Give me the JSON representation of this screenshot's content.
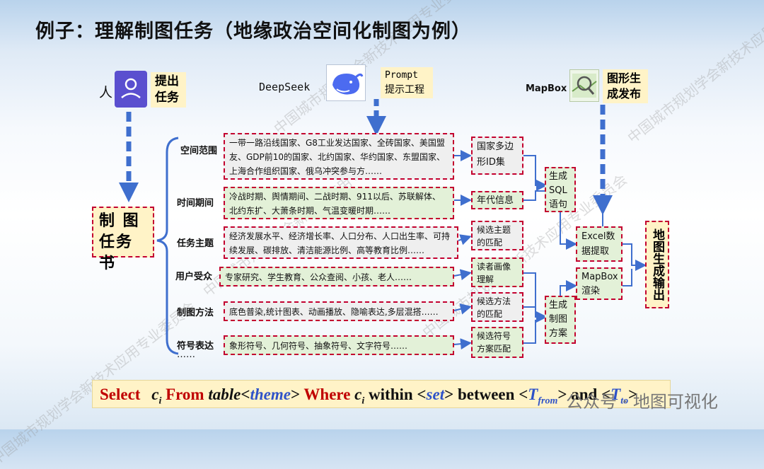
{
  "title": "例子：理解制图任务（地缘政治空间化制图为例）",
  "top": {
    "person": "人",
    "propose": "提出任务",
    "deepseek": "DeepSeek",
    "prompt_line1": "Prompt",
    "prompt_line2": "提示工程",
    "mapbox": "MapBox",
    "publish": "图形生成发布"
  },
  "task_book": "制 图任务书",
  "categories": [
    {
      "label": "空间范围",
      "content": "一带一路沿线国家、G8工业发达国家、全砖国家、美国盟友、GDP前10的国家、北约国家、华约国家、东盟国家、上海合作组织国家、俄乌冲突参与方……",
      "result": "国家多边形ID集"
    },
    {
      "label": "时间期间",
      "content": "冷战时期、舆情期间、二战时期、911以后、苏联解体、北约东扩、大萧条时期、气温变暖时期……",
      "result": "年代信息"
    },
    {
      "label": "任务主题",
      "content": "经济发展水平、经济增长率、人口分布、人口出生率、可持续发展、碳排放、清洁能源比例、高等教育比例……",
      "result": "候选主题的匹配"
    },
    {
      "label": "用户受众",
      "content": "专家研究、学生教育、公众查阅、小孩、老人……",
      "result": "读者画像理解"
    },
    {
      "label": "制图方法",
      "content": "底色普染,统计图表、动画播放、隐喻表达,多层混搭……",
      "result": "候选方法的匹配"
    },
    {
      "label": "符号表达",
      "content": "象形符号、几何符号、抽象符号、文字符号……",
      "result": "候选符号方案匹配"
    }
  ],
  "ellipsis": "……",
  "sql": "生成SQL语句",
  "plan": "生成制图方案",
  "excel": "Excel数据提取",
  "mapbox_render": "MapBox渲染",
  "output": "地图生成输出",
  "formula": {
    "select": "Select",
    "c": "c",
    "i": "i",
    "from": "From",
    "table": "table",
    "theme": "theme",
    "where": "Where",
    "within": "within",
    "set": "set",
    "between": "between",
    "T": "T",
    "from_sub": "from",
    "and": "and",
    "to_sub": "to"
  },
  "watermark": "中国城市规划学会新技术应用专业委员会",
  "footer": "公众号 · 地图可视化",
  "colors": {
    "red_dashed": "#c3002f",
    "blue_arrow": "#3f6fce",
    "yellow": "#fff3c7",
    "green": "#e3f1d8"
  }
}
